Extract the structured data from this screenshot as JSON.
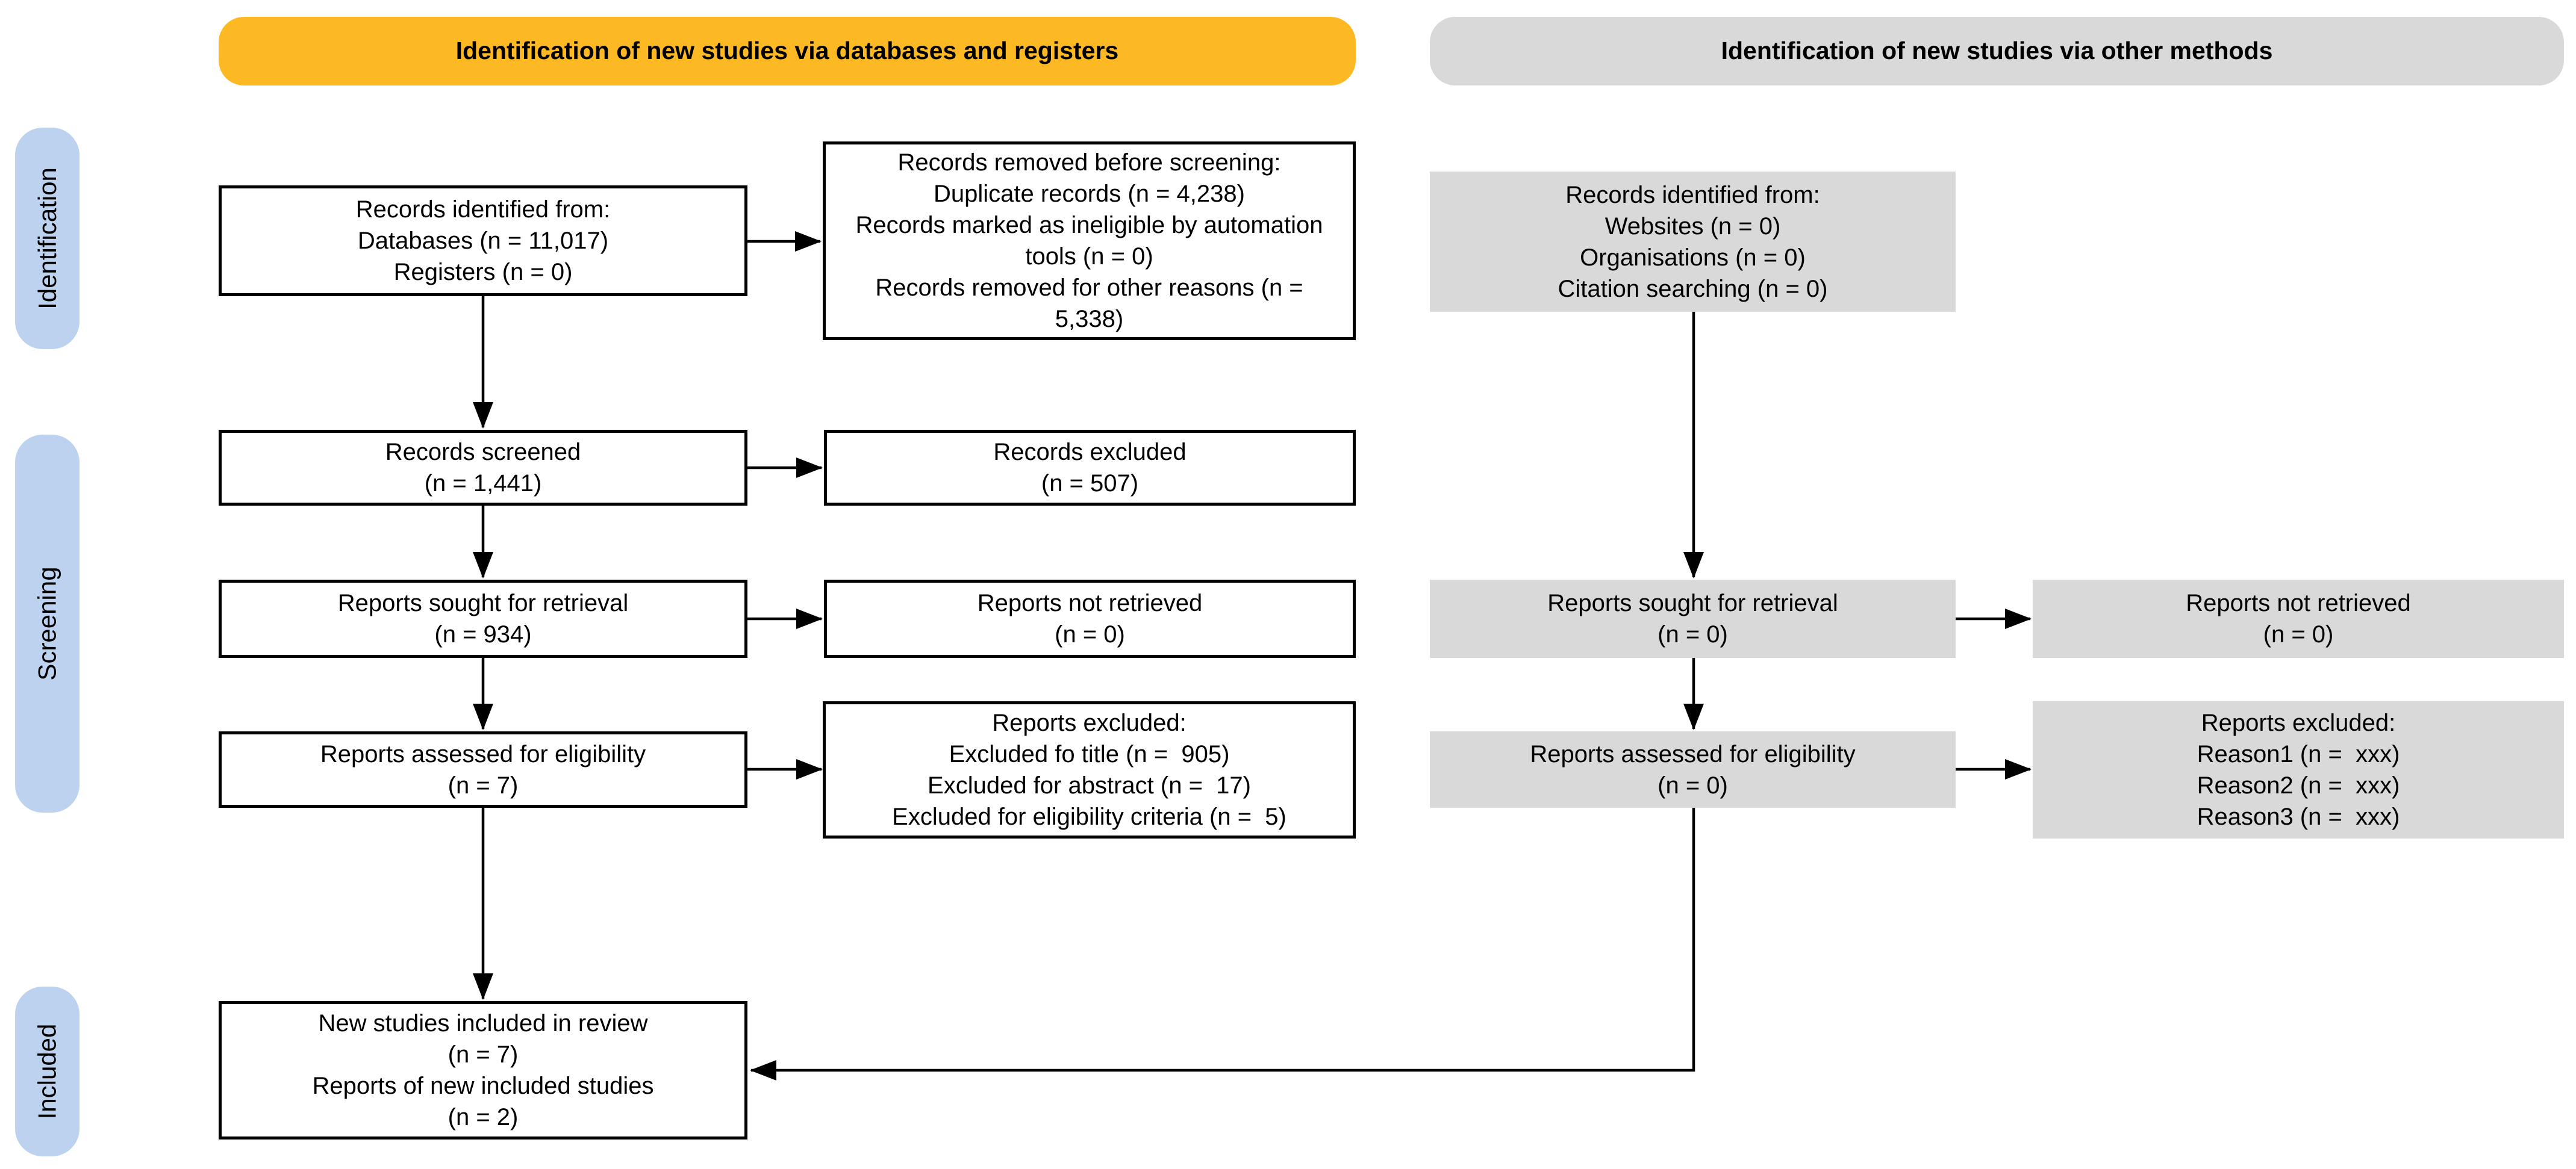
{
  "colors": {
    "databases_banner_bg": "#FDB924",
    "other_methods_banner_bg": "#D9D9D9",
    "side_label_bg": "#BDD2EE",
    "method_box_bg": "#D9D9D9",
    "box_border": "#000000",
    "text": "#000000",
    "background": "#FFFFFF"
  },
  "banners": {
    "databases": "Identification of new studies via databases and registers",
    "other_methods": "Identification of new studies via other methods"
  },
  "side_labels": {
    "identification": "Identification",
    "screening": "Screening",
    "included": "Included"
  },
  "database_column": {
    "records_identified": "Records identified from:\nDatabases (n = 11,017)\nRegisters (n = 0)",
    "records_removed": "Records removed before screening:\nDuplicate records (n = 4,238)\nRecords marked as ineligible by automation\ntools (n = 0)\nRecords removed for other reasons (n =\n5,338)",
    "records_screened": "Records screened\n(n = 1,441)",
    "records_excluded": "Records excluded\n(n = 507)",
    "reports_sought": "Reports sought for retrieval\n(n = 934)",
    "reports_not_retrieved": "Reports not retrieved\n(n = 0)",
    "reports_assessed": "Reports assessed for eligibility\n(n = 7)",
    "reports_excluded": "Reports excluded:\nExcluded fo title (n =  905)\nExcluded for abstract (n =  17)\nExcluded for eligibility criteria (n =  5)",
    "included_studies": "New studies included in review\n(n = 7)\nReports of new included studies\n(n = 2)"
  },
  "other_methods_column": {
    "records_identified": "Records identified from:\nWebsites (n = 0)\nOrganisations (n = 0)\nCitation searching (n = 0)",
    "reports_sought": "Reports sought for retrieval\n(n = 0)",
    "reports_not_retrieved": "Reports not retrieved\n(n = 0)",
    "reports_assessed": "Reports assessed for eligibility\n(n = 0)",
    "reports_excluded": "Reports excluded:\nReason1 (n =  xxx)\nReason2 (n =  xxx)\nReason3 (n =  xxx)"
  }
}
